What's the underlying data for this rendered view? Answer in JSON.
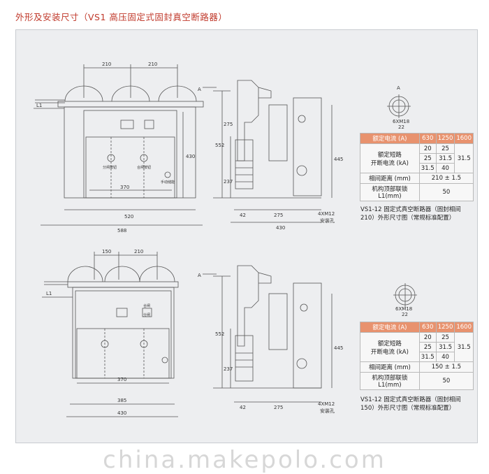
{
  "header": {
    "title": "外形及安装尺寸（VS1 高压固定式固封真空断路器）"
  },
  "watermark_text": "china.makepolo.com",
  "drawing1": {
    "dims": {
      "d210a": "210",
      "d210b": "210",
      "L1": "L1",
      "d430": "430",
      "d370": "370",
      "d520": "520",
      "d588": "588",
      "A": "A",
      "d275v": "275",
      "d552": "552",
      "d237": "237",
      "d42": "42",
      "d275h": "275",
      "d430b": "430",
      "bolt": "4XM12",
      "bolt_note": "安装孔",
      "d445": "445"
    },
    "labels": {
      "left_btn": "分闸按钮",
      "right_btn": "合闸按钮",
      "manual": "手动储能"
    },
    "detail": {
      "A": "A",
      "bolt": "6XM18",
      "d22": "22"
    }
  },
  "drawing2": {
    "dims": {
      "d150": "150",
      "d210": "210",
      "L1": "L1",
      "d370": "370",
      "d385": "385",
      "d430": "430",
      "A": "A",
      "d552": "552",
      "d237": "237",
      "d42": "42",
      "d275h": "275",
      "bolt": "4XM12",
      "bolt_note": "安装孔",
      "d445": "445"
    },
    "labels": {
      "btn1": "合闸",
      "btn2": "分闸"
    },
    "detail": {
      "bolt": "6XM18",
      "d22": "22"
    }
  },
  "table1": {
    "header": [
      "额定电流 (A)",
      "630",
      "1250",
      "1600"
    ],
    "row_label": "额定短路\n开断电流 (kA)",
    "rows": [
      [
        "20",
        "25",
        "31.5"
      ],
      [
        "25",
        "31.5",
        ""
      ],
      [
        "31.5",
        "40",
        ""
      ]
    ],
    "dist_label": "相间距离 (mm)",
    "dist_value": "210 ± 1.5",
    "l1_label": "机构顶部联锁 L1(mm)",
    "l1_value": "50",
    "caption": "VS1-12 固定式真空断路器（固封相间210）外形尺寸图（常规标准配置）"
  },
  "table2": {
    "header": [
      "额定电流 (A)",
      "630",
      "1250",
      "1600"
    ],
    "row_label": "额定短路\n开断电流 (kA)",
    "rows": [
      [
        "20",
        "25",
        "31.5"
      ],
      [
        "25",
        "31.5",
        ""
      ],
      [
        "31.5",
        "40",
        ""
      ]
    ],
    "dist_label": "相间距离 (mm)",
    "dist_value": "150 ± 1.5",
    "l1_label": "机构顶部联锁 L1(mm)",
    "l1_value": "50",
    "caption": "VS1-12 固定式真空断路器（固封相间150）外形尺寸图（常规标准配置）"
  }
}
